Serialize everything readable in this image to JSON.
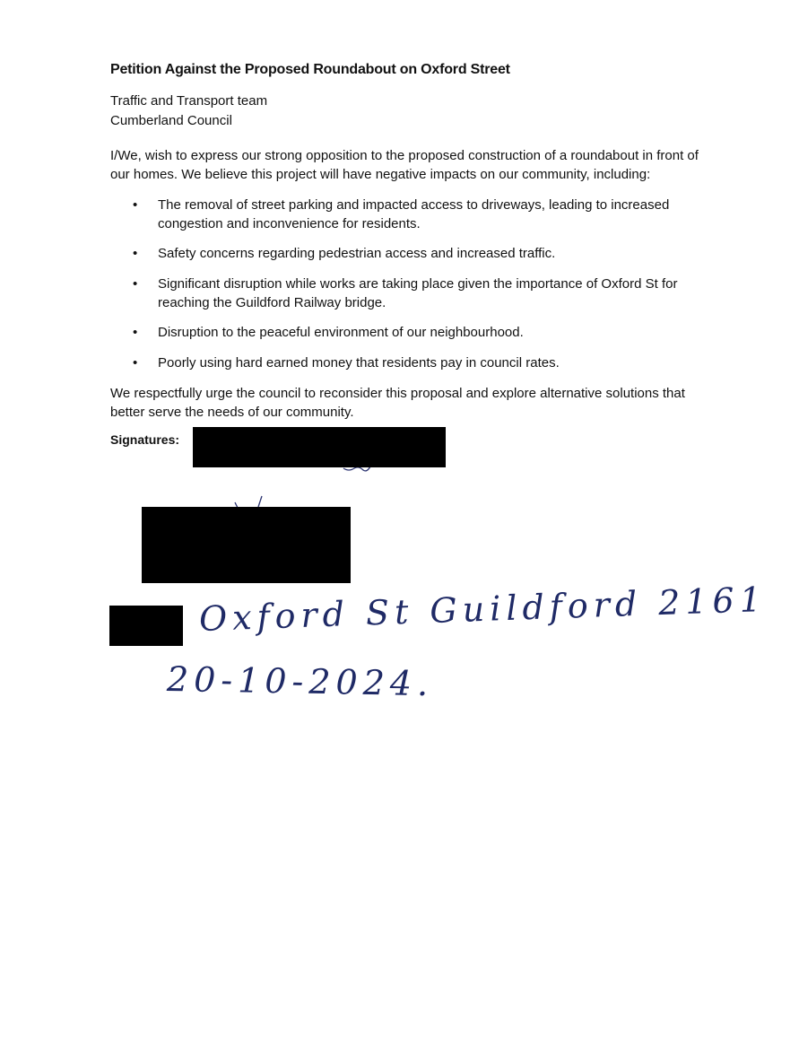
{
  "document": {
    "title": "Petition Against the Proposed Roundabout on Oxford Street",
    "recipient": {
      "line1": "Traffic and Transport team",
      "line2": "Cumberland Council"
    },
    "intro": "I/We, wish to express our strong opposition to the proposed construction of a roundabout in front of our homes. We believe this project will have negative impacts on our community, including:",
    "bullet_symbol": "•",
    "concerns": [
      "The removal of street parking and impacted access to driveways, leading to increased congestion and inconvenience for residents.",
      "Safety concerns regarding pedestrian access and increased traffic.",
      "Significant disruption while works are taking place given the importance of Oxford St for reaching the Guildford Railway bridge.",
      "Disruption to the peaceful environment of our neighbourhood.",
      "Poorly using hard earned money that residents pay in council rates."
    ],
    "closing": "We respectfully urge the council to reconsider this proposal and explore alternative solutions that better serve the needs of our community.",
    "signatures_label": "Signatures:",
    "handwritten": {
      "address": "Oxford St Guildford 2161",
      "date": "20-10-2024."
    },
    "colors": {
      "text": "#111111",
      "ink": "#1f2a66",
      "redaction": "#000000"
    }
  }
}
